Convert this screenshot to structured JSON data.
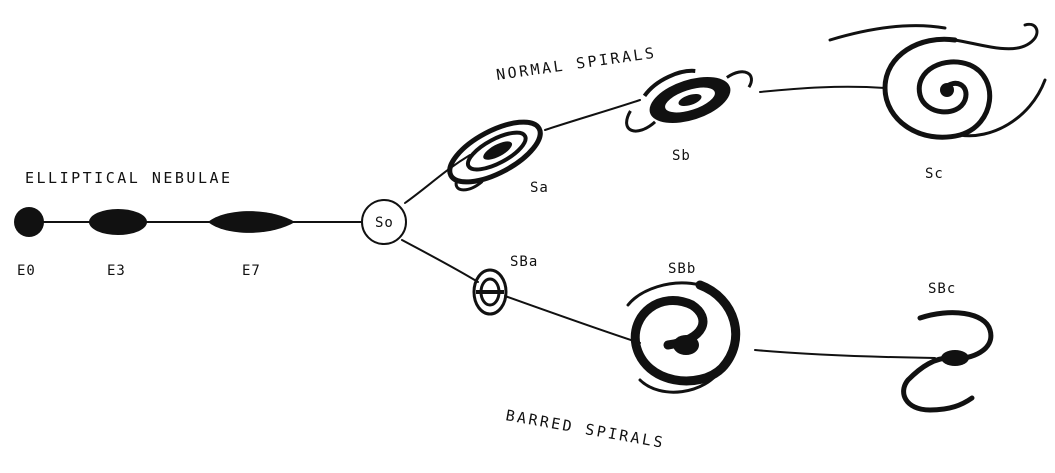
{
  "diagram": {
    "group_labels": {
      "elliptical": "ELLIPTICAL NEBULAE",
      "normal": "NORMAL SPIRALS",
      "barred": "BARRED SPIRALS"
    },
    "classes": {
      "E0": "E0",
      "E3": "E3",
      "E7": "E7",
      "S0": "So",
      "Sa": "Sa",
      "Sb": "Sb",
      "Sc": "Sc",
      "SBa": "SBa",
      "SBb": "SBb",
      "SBc": "SBc"
    },
    "colors": {
      "ink": "#111111",
      "paper": "#ffffff"
    }
  }
}
